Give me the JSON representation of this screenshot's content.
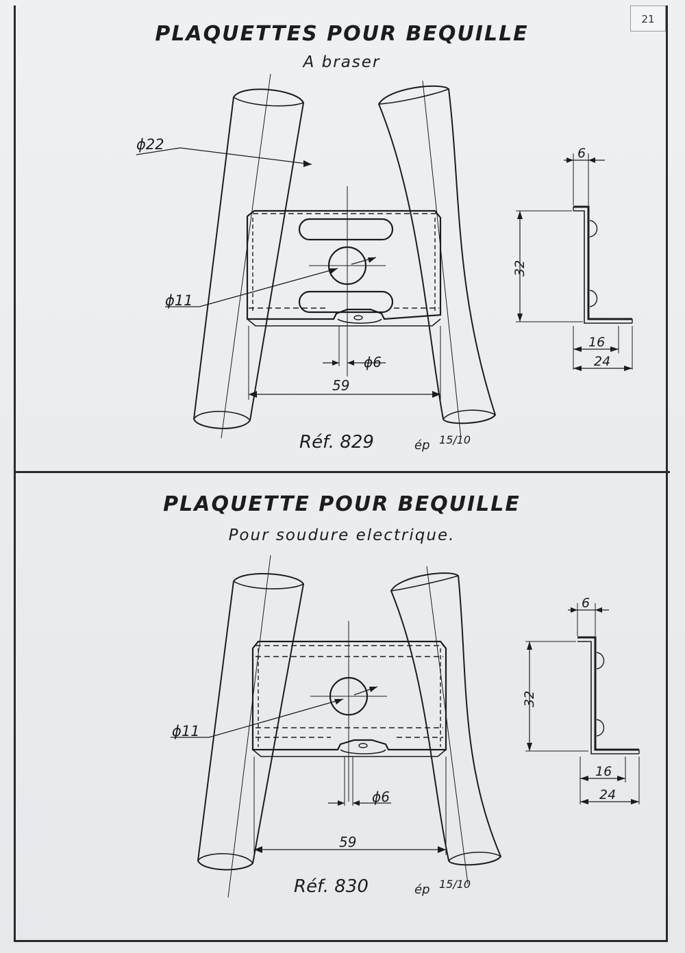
{
  "page": {
    "number": "21"
  },
  "panels": [
    {
      "title": "PLAQUETTES POUR BEQUILLE",
      "subtitle": "A braser",
      "dims": {
        "tube_diameter": "ϕ22",
        "hole_diameter": "ϕ11",
        "slot_diameter": "ϕ6",
        "width": "59",
        "flange": "6",
        "height": "32",
        "inner": "16",
        "outer": "24"
      },
      "ref": {
        "label": "Réf. 829",
        "thickness": "ép",
        "thickness_value": "15/10"
      }
    },
    {
      "title": "PLAQUETTE  POUR BEQUILLE",
      "subtitle": "Pour soudure electrique.",
      "dims": {
        "hole_diameter": "ϕ11",
        "slot_diameter": "ϕ6",
        "width": "59",
        "flange": "6",
        "height": "32",
        "inner": "16",
        "outer": "24"
      },
      "ref": {
        "label": "Réf. 830",
        "thickness": "ép",
        "thickness_value": "15/10"
      }
    }
  ]
}
